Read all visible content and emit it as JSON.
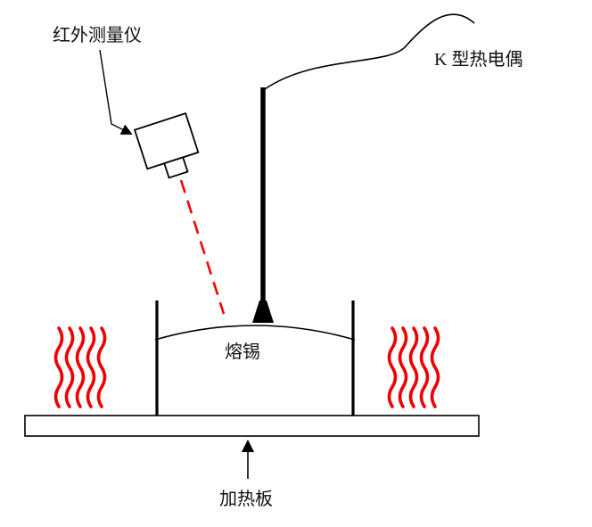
{
  "labels": {
    "infrared_meter": "红外测量仪",
    "k_thermocouple": "K 型热电偶",
    "molten_solder": "熔锡",
    "heating_plate": "加热板"
  },
  "colors": {
    "heat": "#ee0000",
    "laser": "#ff0000",
    "outline": "#000000",
    "background": "#ffffff"
  }
}
